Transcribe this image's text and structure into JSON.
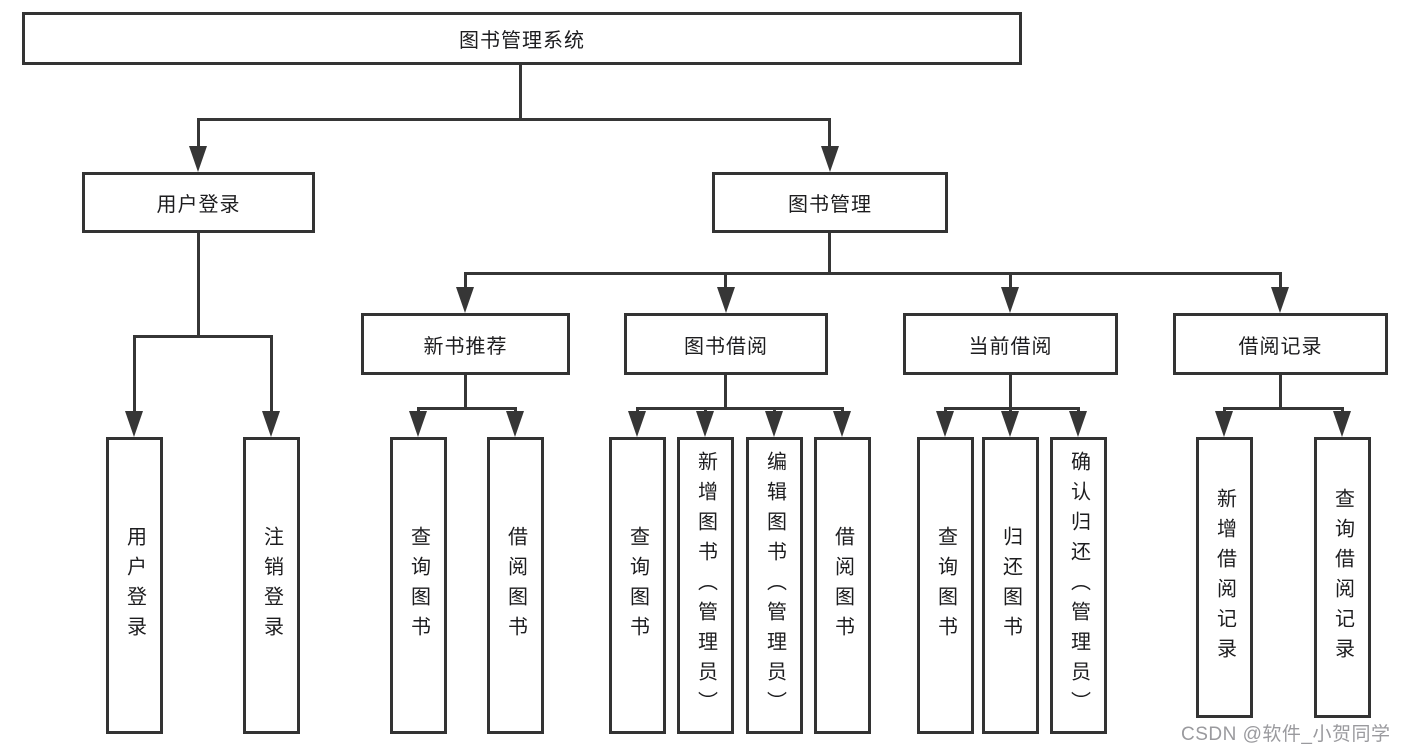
{
  "diagram": {
    "type": "hierarchy-tree",
    "colors": {
      "line": "#363636",
      "box_border": "#333333",
      "text": "#1d1d1f",
      "background": "#ffffff",
      "watermark": "#9a9a9e"
    },
    "tree": {
      "label": "图书管理系统",
      "children": [
        {
          "label": "用户登录",
          "children": [
            {
              "label": "用户登录"
            },
            {
              "label": "注销登录"
            }
          ]
        },
        {
          "label": "图书管理",
          "children": [
            {
              "label": "新书推荐",
              "children": [
                {
                  "label": "查询图书"
                },
                {
                  "label": "借阅图书"
                }
              ]
            },
            {
              "label": "图书借阅",
              "children": [
                {
                  "label": "查询图书"
                },
                {
                  "label": "新增图书（管理员）"
                },
                {
                  "label": "编辑图书（管理员）"
                },
                {
                  "label": "借阅图书"
                }
              ]
            },
            {
              "label": "当前借阅",
              "children": [
                {
                  "label": "查询图书"
                },
                {
                  "label": "归还图书"
                },
                {
                  "label": "确认归还（管理员）"
                }
              ]
            },
            {
              "label": "借阅记录",
              "children": [
                {
                  "label": "新增借阅记录"
                },
                {
                  "label": "查询借阅记录"
                }
              ]
            }
          ]
        }
      ]
    },
    "watermark": "CSDN @软件_小贺同学"
  }
}
